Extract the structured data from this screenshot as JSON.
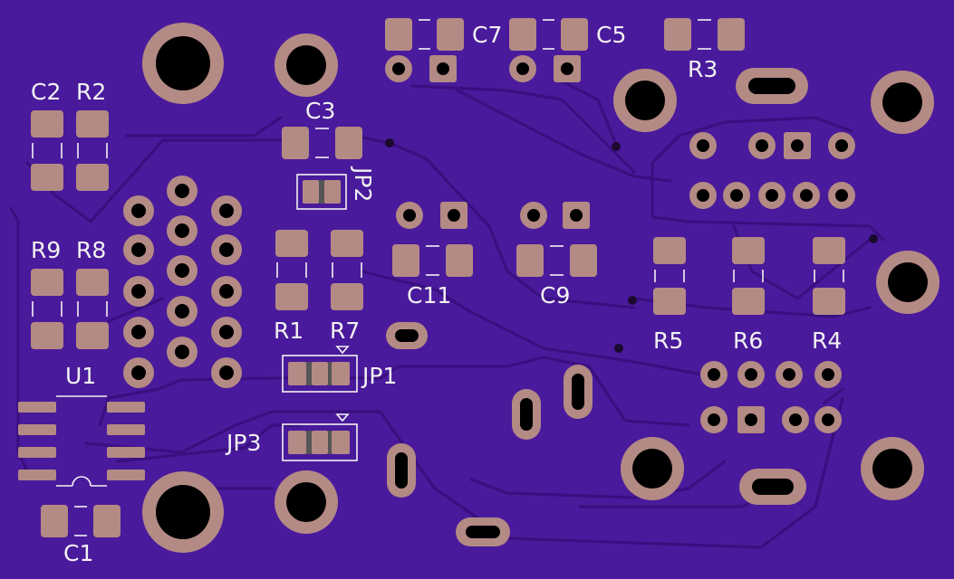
{
  "colors": {
    "board": "#4a1a9c",
    "board_edge": "#3d1288",
    "trace": "#3a0f80",
    "copper_pad": "#b48a84",
    "silkscreen": "#f2f2f2",
    "drill": "#000000"
  },
  "labels": {
    "c2": "C2",
    "r2": "R2",
    "c3": "C3",
    "jp2": "JP2",
    "c7": "C7",
    "c5": "C5",
    "r3": "R3",
    "r9": "R9",
    "r8": "R8",
    "r1": "R1",
    "r7": "R7",
    "c11": "C11",
    "c9": "C9",
    "r5": "R5",
    "r6": "R6",
    "r4": "R4",
    "u1": "U1",
    "jp1": "JP1",
    "jp3": "JP3",
    "c1": "C1"
  }
}
